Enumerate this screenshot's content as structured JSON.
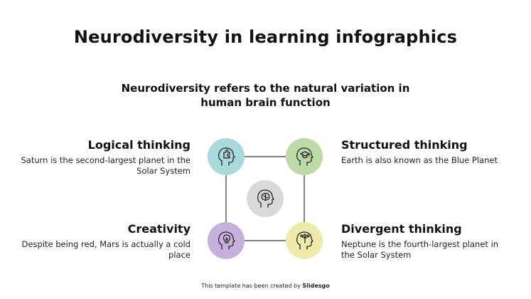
{
  "title": "Neurodiversity in learning infographics",
  "subtitle": "Neurodiversity refers to the natural variation in human brain function",
  "items": [
    {
      "title": "Logical thinking",
      "text": "Saturn is the second-largest planet in the Solar System",
      "color": "#a9d9da",
      "icon": "head-puzzle-icon"
    },
    {
      "title": "Structured thinking",
      "text": "Earth is also known as the Blue Planet",
      "color": "#bcd9a6",
      "icon": "head-graduation-cap-icon"
    },
    {
      "title": "Creativity",
      "text": "Despite being red, Mars is actually a cold place",
      "color": "#c8b0dd",
      "icon": "head-lightbulb-icon"
    },
    {
      "title": "Divergent thinking",
      "text": "Neptune is the fourth-largest planet in the Solar System",
      "color": "#eeeaa9",
      "icon": "head-branch-icon"
    }
  ],
  "center": {
    "color": "#d9d9d9",
    "icon": "head-brain-icon"
  },
  "footer": {
    "prefix": "This template has been created by ",
    "brand": "Slidesgo"
  }
}
